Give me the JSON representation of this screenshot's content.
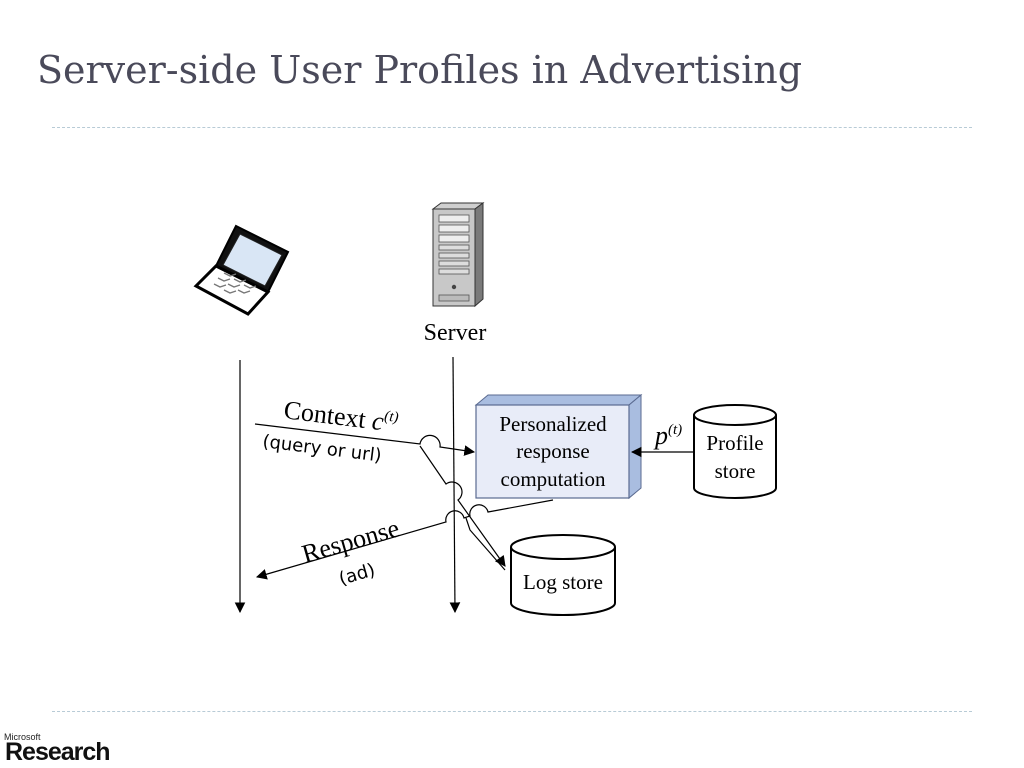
{
  "slide": {
    "title": "Server-side User Profiles in Advertising"
  },
  "diagram": {
    "server_label": "Server",
    "context_label": "Context ",
    "context_var": "c",
    "context_sup": "(t)",
    "context_sub_label": "(query or url)",
    "computation_line1": "Personalized",
    "computation_line2": "response",
    "computation_line3": "computation",
    "profile_var": "p",
    "profile_sup": "(t)",
    "profile_store_line1": "Profile",
    "profile_store_line2": "store",
    "log_store_label": "Log store",
    "response_label": "Response",
    "response_sub_label": "(ad)",
    "icons": {
      "client": "laptop-icon",
      "server": "server-tower-icon"
    },
    "colors": {
      "computation_front": "#e8ecf8",
      "computation_side": "#a9bde0",
      "computation_border": "#5a6a90"
    }
  },
  "footer": {
    "logo_small": "Microsoft",
    "logo_big": "Research"
  }
}
